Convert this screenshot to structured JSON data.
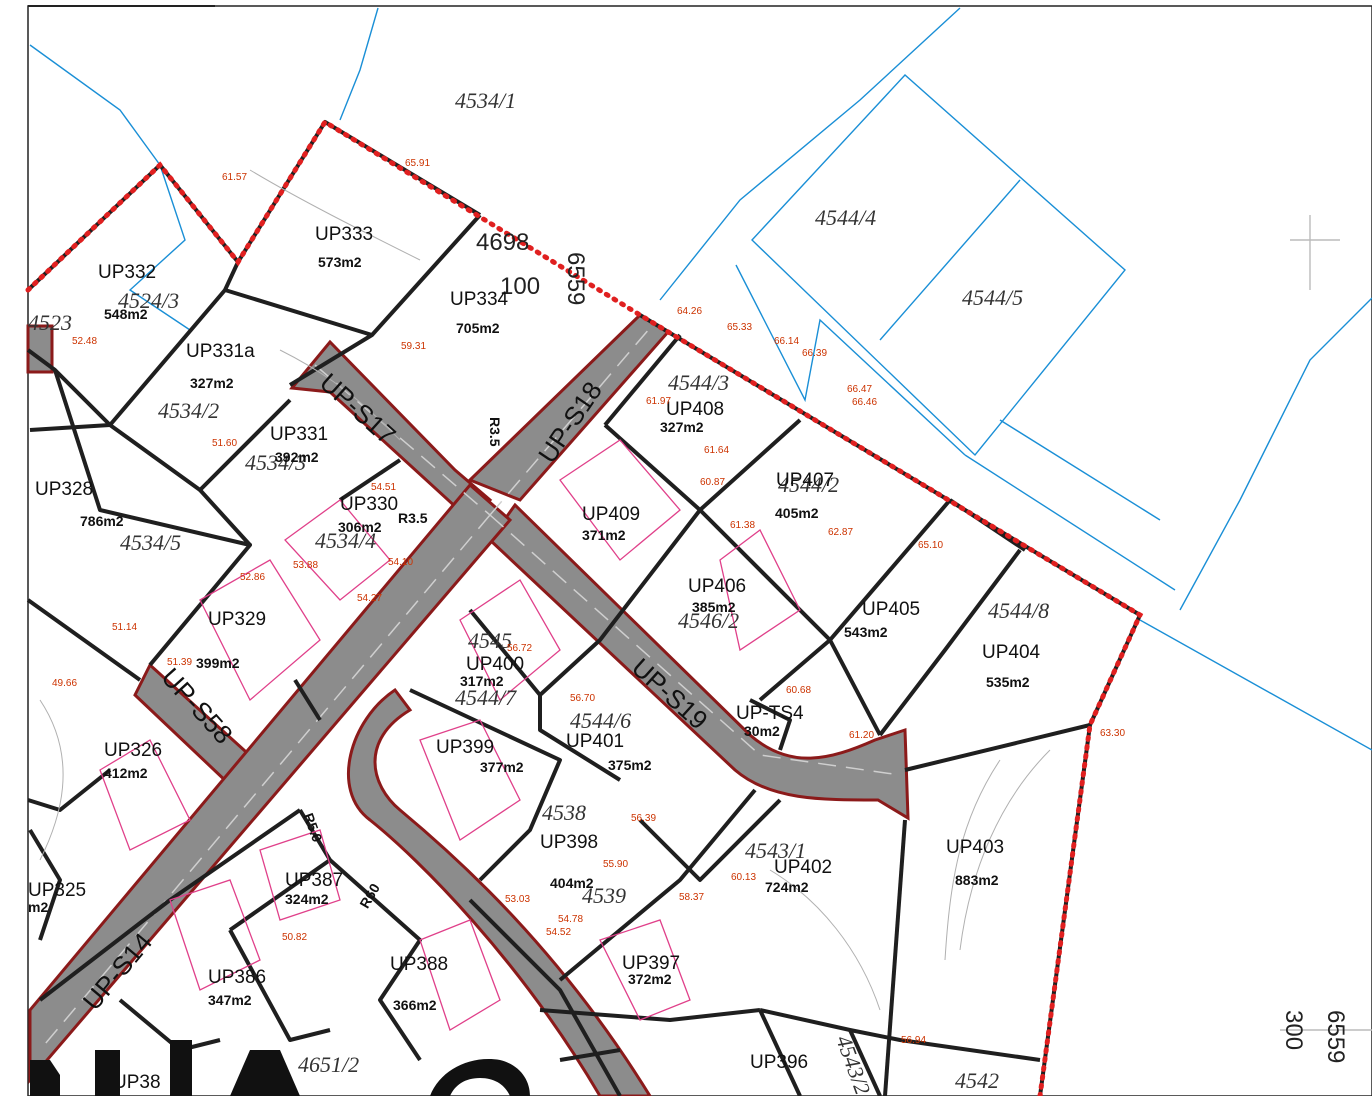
{
  "map": {
    "colors": {
      "road_fill": "#8c8c8c",
      "road_edge": "#8b1a1a",
      "plot_border": "#1f1f1f",
      "cadastral_line": "#1a8fd6",
      "dotted_boundary": "#e02020",
      "elevation_text": "#cc3300",
      "building_outline": "#e0408a"
    },
    "plots": [
      {
        "label": "UP333",
        "area": "573m2"
      },
      {
        "label": "UP332",
        "area": "548m2"
      },
      {
        "label": "UP334",
        "area": "705m2"
      },
      {
        "label": "UP331a",
        "area": "327m2"
      },
      {
        "label": "UP331",
        "area": "392m2"
      },
      {
        "label": "UP328",
        "area": "786m2"
      },
      {
        "label": "UP330",
        "area": "306m2"
      },
      {
        "label": "UP329",
        "area": "399m2"
      },
      {
        "label": "UP326",
        "area": "412m2"
      },
      {
        "label": "UP325",
        "area": "m2"
      },
      {
        "label": "UP408",
        "area": "327m2"
      },
      {
        "label": "UP407",
        "area": "405m2"
      },
      {
        "label": "UP409",
        "area": "371m2"
      },
      {
        "label": "UP406",
        "area": "385m2"
      },
      {
        "label": "UP405",
        "area": "543m2"
      },
      {
        "label": "UP404",
        "area": "535m2"
      },
      {
        "label": "UP400",
        "area": "317m2"
      },
      {
        "label": "UP401",
        "area": "375m2"
      },
      {
        "label": "UP-TS4",
        "area": "30m2"
      },
      {
        "label": "UP399",
        "area": "377m2"
      },
      {
        "label": "UP398",
        "area": "404m2"
      },
      {
        "label": "UP402",
        "area": "724m2"
      },
      {
        "label": "UP403",
        "area": "883m2"
      },
      {
        "label": "UP387",
        "area": "324m2"
      },
      {
        "label": "UP386",
        "area": "347m2"
      },
      {
        "label": "UP388",
        "area": "366m2"
      },
      {
        "label": "UP397",
        "area": "372m2"
      },
      {
        "label": "UP396",
        "area": ""
      },
      {
        "label": "UP38",
        "area": ""
      }
    ],
    "cadastral_numbers": [
      "4534/1",
      "4544/4",
      "4544/5",
      "4524/3",
      "4523",
      "4534/2",
      "4534/3",
      "4534/5",
      "4534/4",
      "4544/3",
      "4544/2",
      "4546/2",
      "4544/8",
      "4545",
      "4544/7",
      "4544/6",
      "4538",
      "4539",
      "4543/1",
      "4542",
      "4651/2",
      "4543/2"
    ],
    "roads": [
      "UP-S17",
      "UP-S18",
      "UP-S19",
      "UP-S58",
      "UP-S14"
    ],
    "elevations": [
      "61.57",
      "65.91",
      "64.26",
      "65.33",
      "66.14",
      "66.39",
      "66.47",
      "66.46",
      "59.31",
      "52.48",
      "51.60",
      "61.97",
      "61.64",
      "60.87",
      "61.38",
      "62.87",
      "65.10",
      "54.51",
      "54.10",
      "54.27",
      "53.88",
      "52.86",
      "51.14",
      "49.66",
      "51.39",
      "56.72",
      "56.70",
      "60.68",
      "61.20",
      "63.30",
      "56.39",
      "55.90",
      "58.37",
      "60.13",
      "54.78",
      "54.52",
      "53.03",
      "50.82",
      "56.94"
    ],
    "road_codes": [
      "R3.5",
      "R3.5",
      "R5.0",
      "R60"
    ],
    "margin_numbers": [
      "300",
      "6559"
    ],
    "top_center_numbers": [
      "4698",
      "100",
      "6559"
    ]
  }
}
